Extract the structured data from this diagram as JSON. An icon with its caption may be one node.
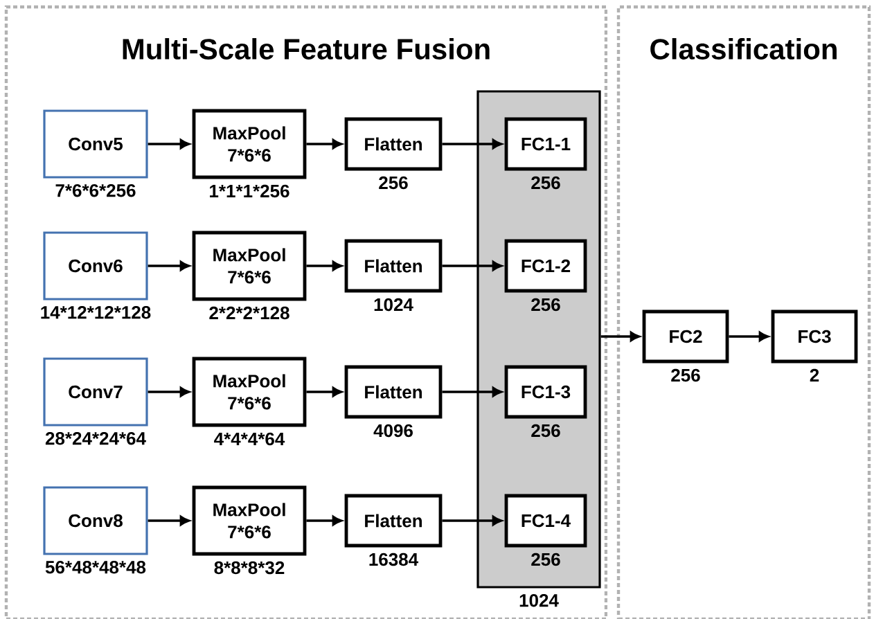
{
  "diagram": {
    "nodes": [
      {
        "text": [
          "Multi-Scale Feature Fusion"
        ]
      },
      {
        "text": [
          "Conv5"
        ],
        "in": 0,
        "beside": [
          "7*6*6*256"
        ]
      },
      {
        "text": [
          "MaxPool 7*6*6"
        ],
        "in": 0,
        "beside": [
          "1*1*1*256"
        ]
      },
      {
        "text": [
          "Flatten"
        ],
        "in": 0,
        "beside": [
          "256"
        ]
      },
      {
        "text": [
          "Conv6"
        ],
        "in": 0,
        "beside": [
          "14*12*12*128"
        ]
      },
      {
        "text": [
          "MaxPool 7*6*6"
        ],
        "in": 0,
        "beside": [
          "2*2*2*128"
        ]
      },
      {
        "text": [
          "Flatten"
        ],
        "in": 0,
        "beside": [
          "1024"
        ]
      },
      {
        "text": [
          "Conv7"
        ],
        "in": 0,
        "beside": [
          "28*24*24*64"
        ]
      },
      {
        "text": [
          "MaxPool 7*6*6"
        ],
        "in": 0,
        "beside": [
          "4*4*4*64"
        ]
      },
      {
        "text": [
          "Flatten"
        ],
        "in": 0,
        "beside": [
          "4096"
        ]
      },
      {
        "text": [
          "Conv8"
        ],
        "in": 0,
        "beside": [
          "56*48*48*48"
        ]
      },
      {
        "text": [
          "MaxPool 7*6*6"
        ],
        "in": 0,
        "beside": [
          "8*8*8*32"
        ]
      },
      {
        "text": [
          "Flatten"
        ],
        "in": 0,
        "beside": [
          "16384"
        ]
      },
      {
        "text": [],
        "shape": "box",
        "in": 0,
        "beside": [
          "1024"
        ]
      },
      {
        "text": [
          "FC1-1"
        ],
        "in": 13,
        "beside": [
          "256"
        ]
      },
      {
        "text": [
          "FC1-2"
        ],
        "in": 13,
        "beside": [
          "256"
        ]
      },
      {
        "text": [
          "FC1-3"
        ],
        "in": 13,
        "beside": [
          "256"
        ]
      },
      {
        "text": [
          "FC1-4"
        ],
        "in": 13,
        "beside": [
          "256"
        ]
      },
      {
        "text": [
          "Classification"
        ]
      },
      {
        "text": [
          "FC2"
        ],
        "in": 18,
        "beside": [
          "256"
        ]
      },
      {
        "text": [
          "FC3"
        ],
        "in": 18,
        "beside": [
          "2"
        ]
      }
    ],
    "edges": [
      {
        "from": 1,
        "to": 2,
        "arrow": "to"
      },
      {
        "from": 2,
        "to": 3,
        "arrow": "to"
      },
      {
        "from": 3,
        "to": 14,
        "arrow": "to"
      },
      {
        "from": 4,
        "to": 5,
        "arrow": "to"
      },
      {
        "from": 5,
        "to": 6,
        "arrow": "to"
      },
      {
        "from": 6,
        "to": 15,
        "arrow": "to"
      },
      {
        "from": 7,
        "to": 8,
        "arrow": "to"
      },
      {
        "from": 8,
        "to": 9,
        "arrow": "to"
      },
      {
        "from": 9,
        "to": 16,
        "arrow": "to"
      },
      {
        "from": 10,
        "to": 11,
        "arrow": "to"
      },
      {
        "from": 11,
        "to": 12,
        "arrow": "to"
      },
      {
        "from": 12,
        "to": 17,
        "arrow": "to"
      },
      {
        "from": 13,
        "to": 19,
        "arrow": "to"
      },
      {
        "from": 19,
        "to": 20,
        "arrow": "to"
      }
    ]
  }
}
